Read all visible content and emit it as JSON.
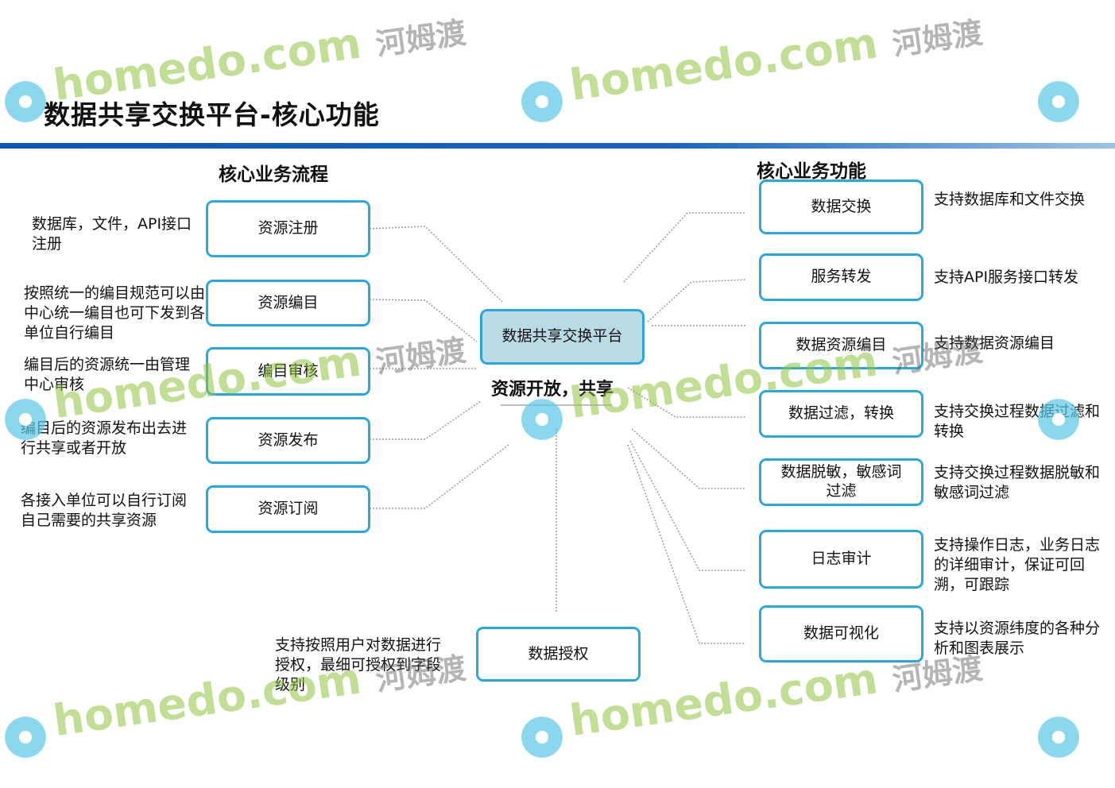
{
  "title": "数据共享交换平台-核心功能",
  "left_heading": "核心业务流程",
  "right_heading": "核心业务功能",
  "center": {
    "label": "数据共享交换平台",
    "subtitle": "资源开放，共享"
  },
  "flow": [
    {
      "label": "资源注册",
      "desc": "数据库，文件，API接口注册"
    },
    {
      "label": "资源编目",
      "desc": "按照统一的编目规范可以由中心统一编目也可下发到各单位自行编目"
    },
    {
      "label": "编目审核",
      "desc": "编目后的资源统一由管理中心审核"
    },
    {
      "label": "资源发布",
      "desc": "编目后的资源发布出去进行共享或者开放"
    },
    {
      "label": "资源订阅",
      "desc": "各接入单位可以自行订阅自己需要的共享资源"
    }
  ],
  "functions": [
    {
      "label": "数据交换",
      "desc": "支持数据库和文件交换"
    },
    {
      "label": "服务转发",
      "desc": "支持API服务接口转发"
    },
    {
      "label": "数据资源编目",
      "desc": "支持数据资源编目"
    },
    {
      "label": "数据过滤，转换",
      "desc": "支持交换过程数据过滤和转换"
    },
    {
      "label": "数据脱敏，敏感词过滤",
      "desc": "支持交换过程数据脱敏和敏感词过滤"
    },
    {
      "label": "日志审计",
      "desc": "支持操作日志，业务日志的详细审计，保证可回溯，可跟踪"
    },
    {
      "label": "数据可视化",
      "desc": "支持以资源纬度的各种分析和图表展示"
    }
  ],
  "auth": {
    "label": "数据授权",
    "desc": "支持按照用户对数据进行授权，最细可授权到字段级别"
  },
  "watermark": {
    "text": "homedo.com",
    "cn": "河姆渡"
  }
}
